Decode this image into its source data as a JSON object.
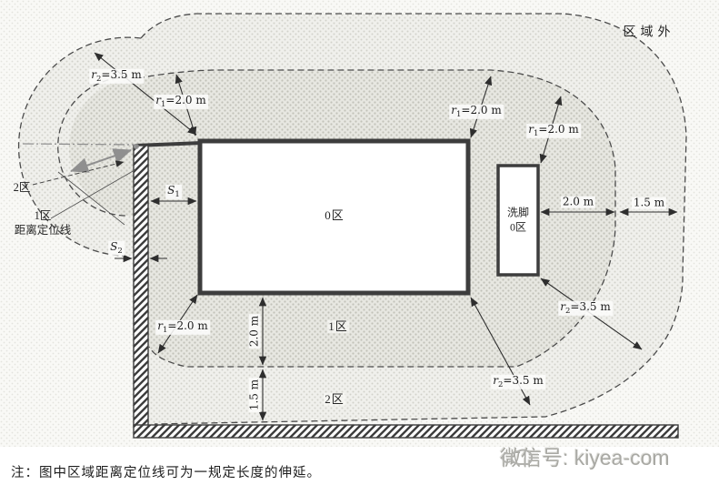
{
  "figure": {
    "zones": {
      "outside_label": "区域外",
      "pool_label": "0区",
      "zone1_label": "1区",
      "zone2_label": "2区",
      "basin_label_line1": "洗脚",
      "basin_label_line2": "0区",
      "left_zone2_label": "2区",
      "left_zone1_label": "1区",
      "left_locating_label": "距离定位线"
    },
    "dims": {
      "r1": "r1=2.0 m",
      "r2": "r2=3.5 m",
      "s1": "S1",
      "s2": "S2",
      "dist_2_0": "2.0 m",
      "dist_1_5": "1.5 m"
    },
    "note": "注：图中区域距离定位线可为一规定长度的伸延。",
    "watermark": {
      "text": "微信号: kiyea-com"
    },
    "colors": {
      "line": "#3d3d3d",
      "dash": "#4c4c4c",
      "zone1_fill": "#e7e7e2",
      "zone2_fill": "#f0f0ec",
      "outside_fill": "#f9f9f6",
      "watermark": "#a9a9a4"
    }
  }
}
